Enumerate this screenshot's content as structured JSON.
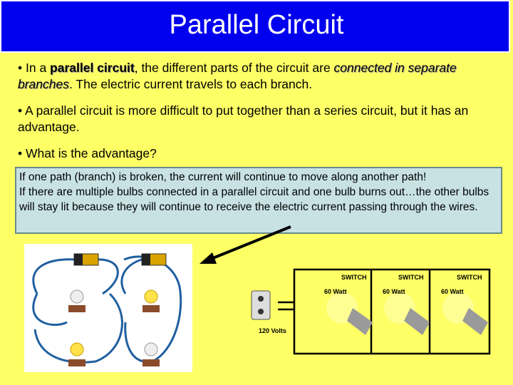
{
  "title": "Parallel Circuit",
  "bullet1": {
    "prefix": "• In a ",
    "term": "parallel circuit",
    "mid": ", the different parts of the circuit are ",
    "emph": "connected in separate branches",
    "suffix": ".  The electric current travels to each branch."
  },
  "bullet2": "• A parallel circuit is more difficult to put together than a series circuit, but it has an advantage.",
  "bullet3": "• What is the advantage?",
  "callout": {
    "line1": "If one path (branch) is broken, the current will continue to move along another path!",
    "line2": "If there are multiple bulbs connected in a parallel circuit and one bulb burns out…the other bulbs will stay lit because they will continue to receive the electric current passing through the wires."
  },
  "diagram": {
    "switch_label": "SWITCH",
    "bulb_label": "60 Watt",
    "outlet_label": "120 Volts"
  }
}
